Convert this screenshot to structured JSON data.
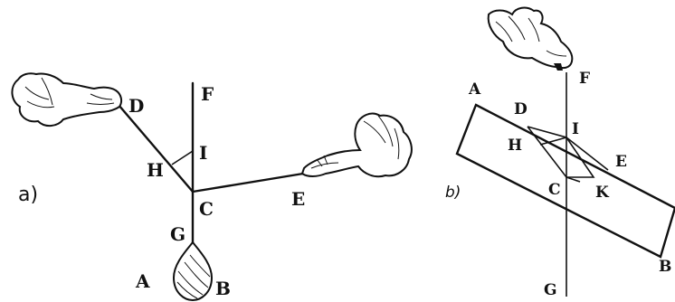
{
  "panel_a": {
    "caption": "a)",
    "labels": {
      "A": "A",
      "B": "B",
      "C": "C",
      "D": "D",
      "E": "E",
      "F": "F",
      "G": "G",
      "H": "H",
      "I": "I"
    }
  },
  "panel_b": {
    "caption": "b)",
    "labels": {
      "A": "A",
      "B": "B",
      "C": "C",
      "D": "D",
      "E": "E",
      "F": "F",
      "G": "G",
      "H": "H",
      "I": "I",
      "K": "K"
    }
  },
  "icons": [
    "hand-icon",
    "weight-icon"
  ]
}
